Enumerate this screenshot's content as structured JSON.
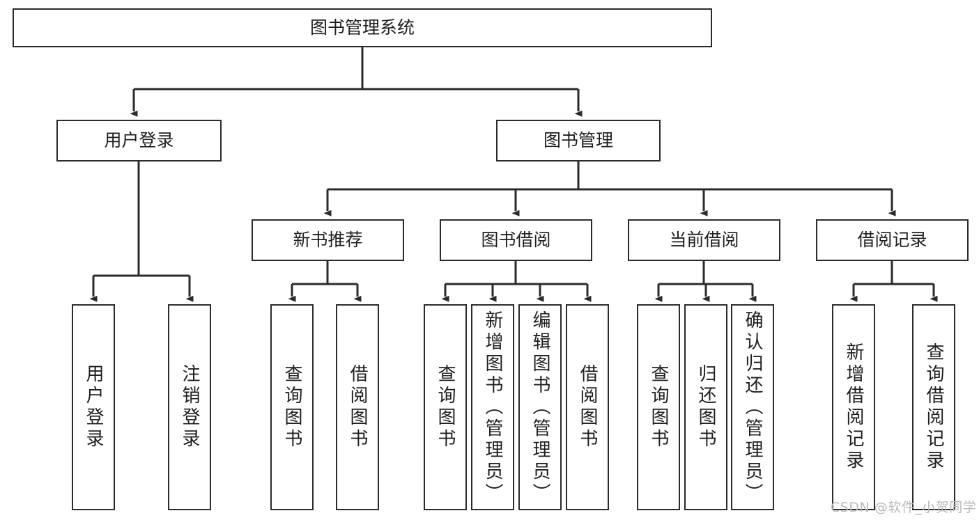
{
  "diagram": {
    "title": "图书管理系统",
    "type": "function-hierarchy-tree",
    "root": {
      "label": "图书管理系统"
    },
    "level2": [
      {
        "label": "用户登录"
      },
      {
        "label": "图书管理"
      }
    ],
    "level3": [
      {
        "label": "新书推荐"
      },
      {
        "label": "图书借阅"
      },
      {
        "label": "当前借阅"
      },
      {
        "label": "借阅记录"
      }
    ],
    "leaves": {
      "user_login": [
        {
          "label": "用户登录"
        },
        {
          "label": "注销登录"
        }
      ],
      "new_book_recommend": [
        {
          "label": "查询图书"
        },
        {
          "label": "借阅图书"
        }
      ],
      "book_borrow": [
        {
          "label": "查询图书"
        },
        {
          "label": "新增图书（管理员）"
        },
        {
          "label": "编辑图书（管理员）"
        },
        {
          "label": "借阅图书"
        }
      ],
      "current_borrow": [
        {
          "label": "查询图书"
        },
        {
          "label": "归还图书"
        },
        {
          "label": "确认归还（管理员）"
        }
      ],
      "borrow_record": [
        {
          "label": "新增借阅记录"
        },
        {
          "label": "查询借阅记录"
        }
      ]
    }
  },
  "watermark": {
    "text": "CSDN @软件_小贺同学"
  },
  "colors": {
    "stroke": "#2b2b2b",
    "text": "#1f1f1f",
    "background": "#ffffff",
    "watermark": "#b9b9b9"
  }
}
